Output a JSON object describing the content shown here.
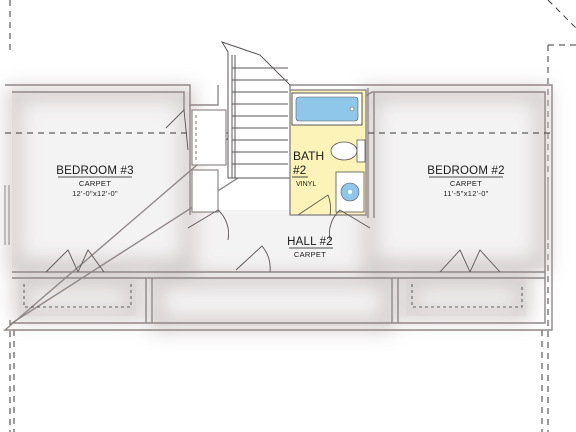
{
  "rooms": {
    "bedroom3": {
      "name": "BEDROOM #3",
      "finish": "CARPET",
      "size": "12'-0\"x12'-0\""
    },
    "bedroom2": {
      "name": "BEDROOM #2",
      "finish": "CARPET",
      "size": "11'-5\"x12'-0\""
    },
    "bath2": {
      "name_line1": "BATH",
      "name_line2": "#2",
      "finish": "VINYL"
    },
    "hall2": {
      "name": "HALL #2",
      "finish": "CARPET"
    }
  },
  "colors": {
    "wall_outer": "#8f8888",
    "wall_inner": "#f4f3f3",
    "floor_glow": "#cfc8c8",
    "bath_floor": "#fbf3b8",
    "tub_water": "#8fc7ea",
    "fixture": "#ffffff",
    "dashed_line": "#3a3a3a"
  }
}
